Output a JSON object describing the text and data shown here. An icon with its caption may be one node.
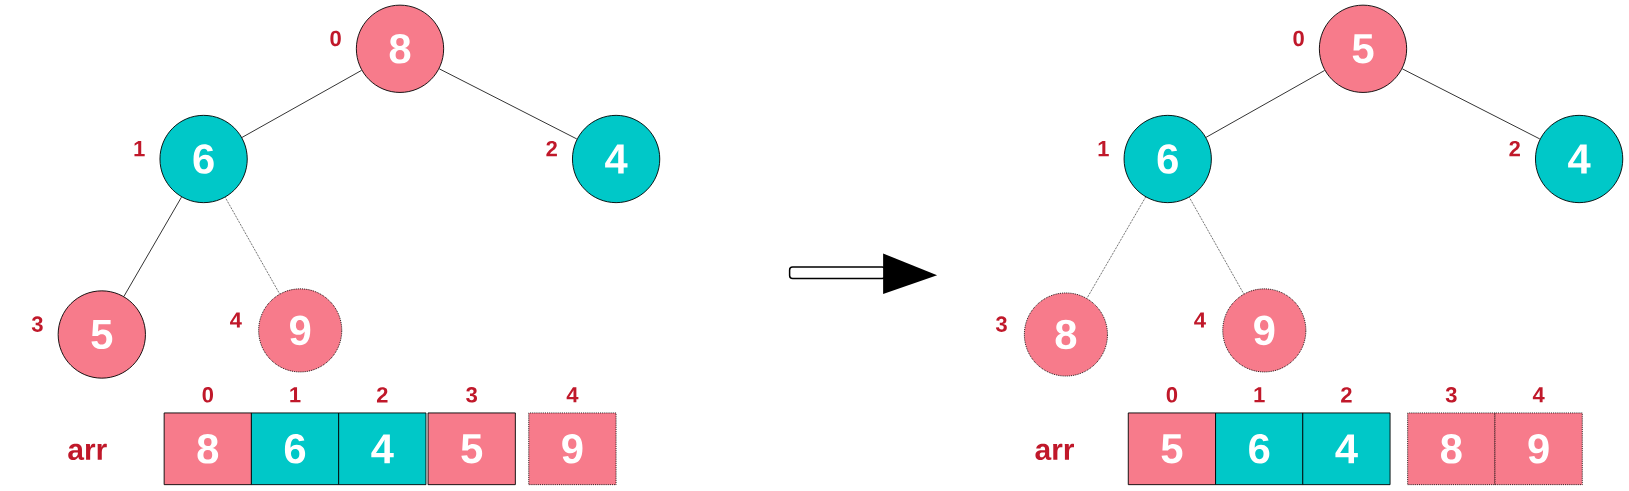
{
  "diagram": {
    "nodes": [
      {
        "text": [
          "8"
        ],
        "beside": [
          "0"
        ]
      },
      {
        "text": [
          "6"
        ],
        "beside": [
          "1"
        ]
      },
      {
        "text": [
          "4"
        ],
        "beside": [
          "2"
        ]
      },
      {
        "text": [
          "5"
        ],
        "beside": [
          "3"
        ]
      },
      {
        "text": [
          "9"
        ],
        "beside": [
          "4"
        ]
      },
      {
        "text": [
          "8"
        ],
        "beside": [
          "0"
        ]
      },
      {
        "text": [
          "6"
        ],
        "beside": [
          "1"
        ]
      },
      {
        "text": [
          "4"
        ],
        "beside": [
          "2"
        ]
      },
      {
        "text": [
          "5"
        ],
        "beside": [
          "3"
        ]
      },
      {
        "text": [
          "9"
        ],
        "beside": [
          "4"
        ]
      },
      {
        "text": [
          "5"
        ],
        "beside": [
          "0"
        ]
      },
      {
        "text": [
          "6"
        ],
        "beside": [
          "1"
        ]
      },
      {
        "text": [
          "4"
        ],
        "beside": [
          "2"
        ]
      },
      {
        "text": [
          "8"
        ],
        "beside": [
          "3"
        ]
      },
      {
        "text": [
          "9"
        ],
        "beside": [
          "4"
        ]
      },
      {
        "text": [
          "5"
        ],
        "beside": [
          "0"
        ]
      },
      {
        "text": [
          "6"
        ],
        "beside": [
          "1"
        ]
      },
      {
        "text": [
          "4"
        ],
        "beside": [
          "2"
        ]
      },
      {
        "text": [
          "8"
        ],
        "beside": [
          "3"
        ]
      },
      {
        "text": [
          "9"
        ],
        "beside": [
          "4"
        ]
      }
    ],
    "edges": [
      {
        "from": 0,
        "to": 1,
        "arrow": "none"
      },
      {
        "from": 0,
        "to": 2,
        "arrow": "none"
      },
      {
        "from": 1,
        "to": 3,
        "arrow": "none"
      },
      {
        "from": 1,
        "to": 4,
        "arrow": "none",
        "style": "dashed"
      },
      {
        "from": 10,
        "to": 11,
        "arrow": "none"
      },
      {
        "from": 10,
        "to": 12,
        "arrow": "none"
      },
      {
        "from": 11,
        "to": 13,
        "arrow": "none",
        "style": "dashed"
      },
      {
        "from": 11,
        "to": 14,
        "arrow": "none",
        "style": "dashed"
      }
    ],
    "labels": [
      "arr",
      "arr"
    ]
  }
}
